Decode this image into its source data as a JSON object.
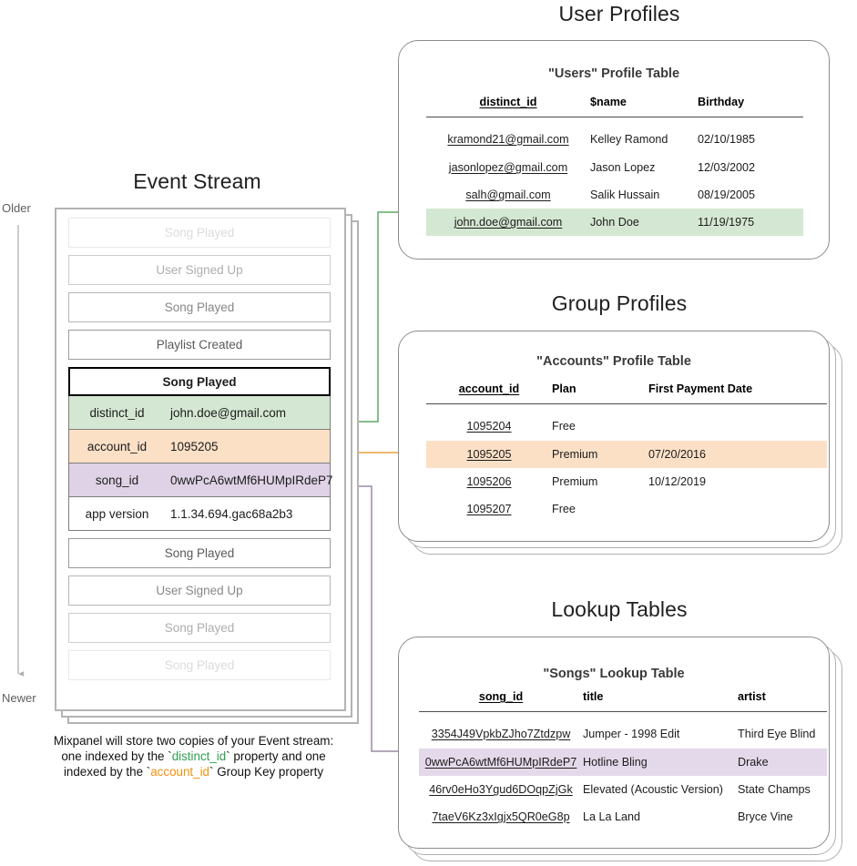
{
  "event_stream": {
    "title": "Event Stream",
    "axis": {
      "older": "Older",
      "newer": "Newer"
    },
    "events_before": [
      {
        "label": "Song Played",
        "fade": "f1"
      },
      {
        "label": "User Signed Up",
        "fade": "f2"
      },
      {
        "label": "Song Played",
        "fade": "f3"
      },
      {
        "label": "Playlist Created",
        "fade": "f4"
      }
    ],
    "expanded_event": {
      "name": "Song Played",
      "properties": [
        {
          "key": "distinct_id",
          "value": "john.doe@gmail.com",
          "highlight": "green"
        },
        {
          "key": "account_id",
          "value": "1095205",
          "highlight": "orange"
        },
        {
          "key": "song_id",
          "value": "0wwPcA6wtMf6HUMpIRdeP7",
          "highlight": "purple"
        },
        {
          "key": "app version",
          "value": "1.1.34.694.gac68a2b3",
          "highlight": "none"
        }
      ]
    },
    "events_after": [
      {
        "label": "Song Played",
        "fade": "f4"
      },
      {
        "label": "User Signed Up",
        "fade": "f3"
      },
      {
        "label": "Song Played",
        "fade": "f2"
      },
      {
        "label": "Song Played",
        "fade": "f1"
      }
    ],
    "caption": {
      "line1": "Mixpanel will store two copies of your Event stream:",
      "line2_a": "one indexed by the `",
      "line2_token": "distinct_id",
      "line2_b": "` property and one",
      "line3_a": "indexed by the `",
      "line3_token": "account_id",
      "line3_b": "` Group Key property"
    }
  },
  "user_profiles": {
    "section_title": "User Profiles",
    "table_title": "\"Users\" Profile Table",
    "columns": [
      "distinct_id",
      "$name",
      "Birthday"
    ],
    "rows": [
      {
        "cells": [
          "kramond21@gmail.com",
          "Kelley Ramond",
          "02/10/1985"
        ],
        "highlight": "none"
      },
      {
        "cells": [
          "jasonlopez@gmail.com",
          "Jason Lopez",
          "12/03/2002"
        ],
        "highlight": "none"
      },
      {
        "cells": [
          "salh@gmail.com",
          "Salik Hussain",
          "08/19/2005"
        ],
        "highlight": "none"
      },
      {
        "cells": [
          "john.doe@gmail.com",
          "John Doe",
          "11/19/1975"
        ],
        "highlight": "green"
      }
    ]
  },
  "group_profiles": {
    "section_title": "Group Profiles",
    "table_title": "\"Accounts\" Profile Table",
    "columns": [
      "account_id",
      "Plan",
      "First Payment Date"
    ],
    "rows": [
      {
        "cells": [
          "1095204",
          "Free",
          ""
        ],
        "highlight": "none"
      },
      {
        "cells": [
          "1095205",
          "Premium",
          "07/20/2016"
        ],
        "highlight": "orange"
      },
      {
        "cells": [
          "1095206",
          "Premium",
          "10/12/2019"
        ],
        "highlight": "none"
      },
      {
        "cells": [
          "1095207",
          "Free",
          ""
        ],
        "highlight": "none"
      }
    ]
  },
  "lookup_tables": {
    "section_title": "Lookup Tables",
    "table_title": "\"Songs\" Lookup Table",
    "columns": [
      "song_id",
      "title",
      "artist"
    ],
    "rows": [
      {
        "cells": [
          "3354J49VpkbZJho7Ztdzpw",
          "Jumper - 1998 Edit",
          "Third Eye Blind"
        ],
        "highlight": "none"
      },
      {
        "cells": [
          "0wwPcA6wtMf6HUMpIRdeP7",
          "Hotline Bling",
          "Drake"
        ],
        "highlight": "purple"
      },
      {
        "cells": [
          "46rv0eHo3Ygud6DOqpZjGk",
          "Elevated (Acoustic Version)",
          "State Champs"
        ],
        "highlight": "none"
      },
      {
        "cells": [
          "7taeV6Kz3xIgjx5QR0eG8p",
          "La La Land",
          "Bryce Vine"
        ],
        "highlight": "none"
      }
    ]
  },
  "colors": {
    "green": "#d4e7d2",
    "orange": "#fbe0c6",
    "purple": "#e4d9ea",
    "green_arrow": "#5fa864",
    "orange_arrow": "#e8a33d",
    "purple_arrow": "#9b8aa3",
    "token_green": "#2e9e4f",
    "token_orange": "#f2910a"
  }
}
